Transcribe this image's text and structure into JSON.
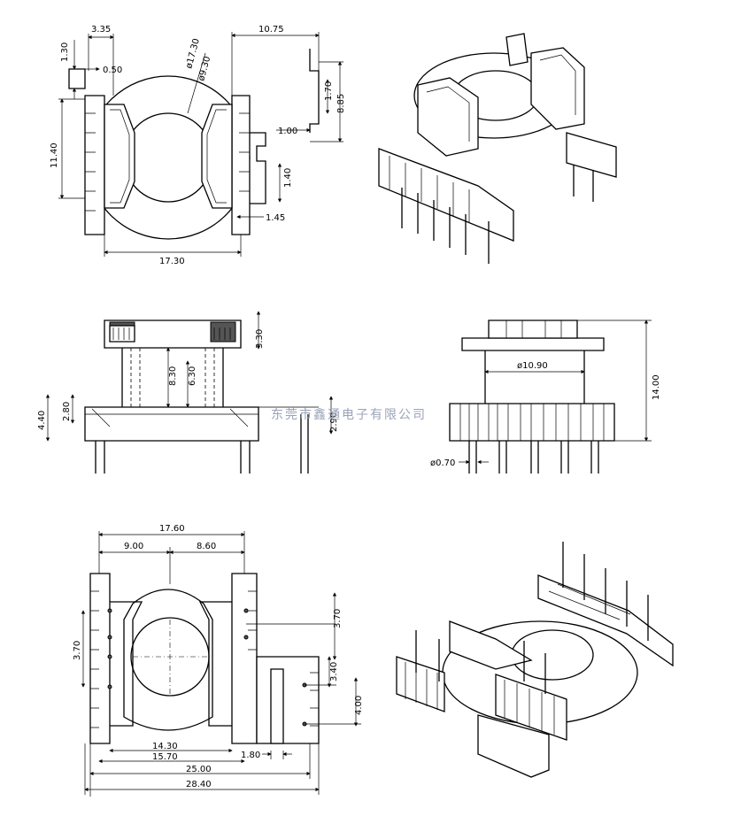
{
  "watermark": "东莞市鑫通电子有限公司",
  "top_view": {
    "d_3_35": "3.35",
    "d_1_30": "1.30",
    "d_0_50": "0.50",
    "d_phi_17_30": "ø17.30",
    "d_phi_9_30": "ø9.30",
    "d_10_75": "10.75",
    "d_1_70": "1.70",
    "d_8_85": "8.85",
    "d_11_40": "11.40",
    "d_1_00": "1.00",
    "d_1_40": "1.40",
    "d_1_45": "1.45",
    "d_17_30": "17.30"
  },
  "front_view": {
    "d_3_30": "3.30",
    "d_8_30": "8.30",
    "d_6_30": "6.30",
    "d_4_40": "4.40",
    "d_2_80": "2.80",
    "d_2_90": "2.90"
  },
  "side_view": {
    "d_14_00": "14.00",
    "d_phi_10_90": "ø10.90",
    "d_phi_0_70": "ø0.70"
  },
  "bottom_view": {
    "d_17_60": "17.60",
    "d_9_00": "9.00",
    "d_8_60": "8.60",
    "d_3_70_left": "3.70",
    "d_3_70_right": "3.70",
    "d_3_40": "3.40",
    "d_4_00": "4.00",
    "d_14_30": "14.30",
    "d_15_70": "15.70",
    "d_1_80": "1.80",
    "d_25_00": "25.00",
    "d_28_40": "28.40"
  }
}
